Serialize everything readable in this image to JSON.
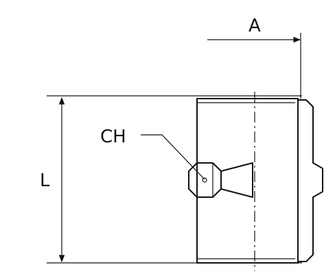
{
  "labels": {
    "dimension_a": "A",
    "dimension_l": "L",
    "callout_ch": "CH"
  },
  "colors": {
    "line": "#111111",
    "background": "#ffffff"
  }
}
